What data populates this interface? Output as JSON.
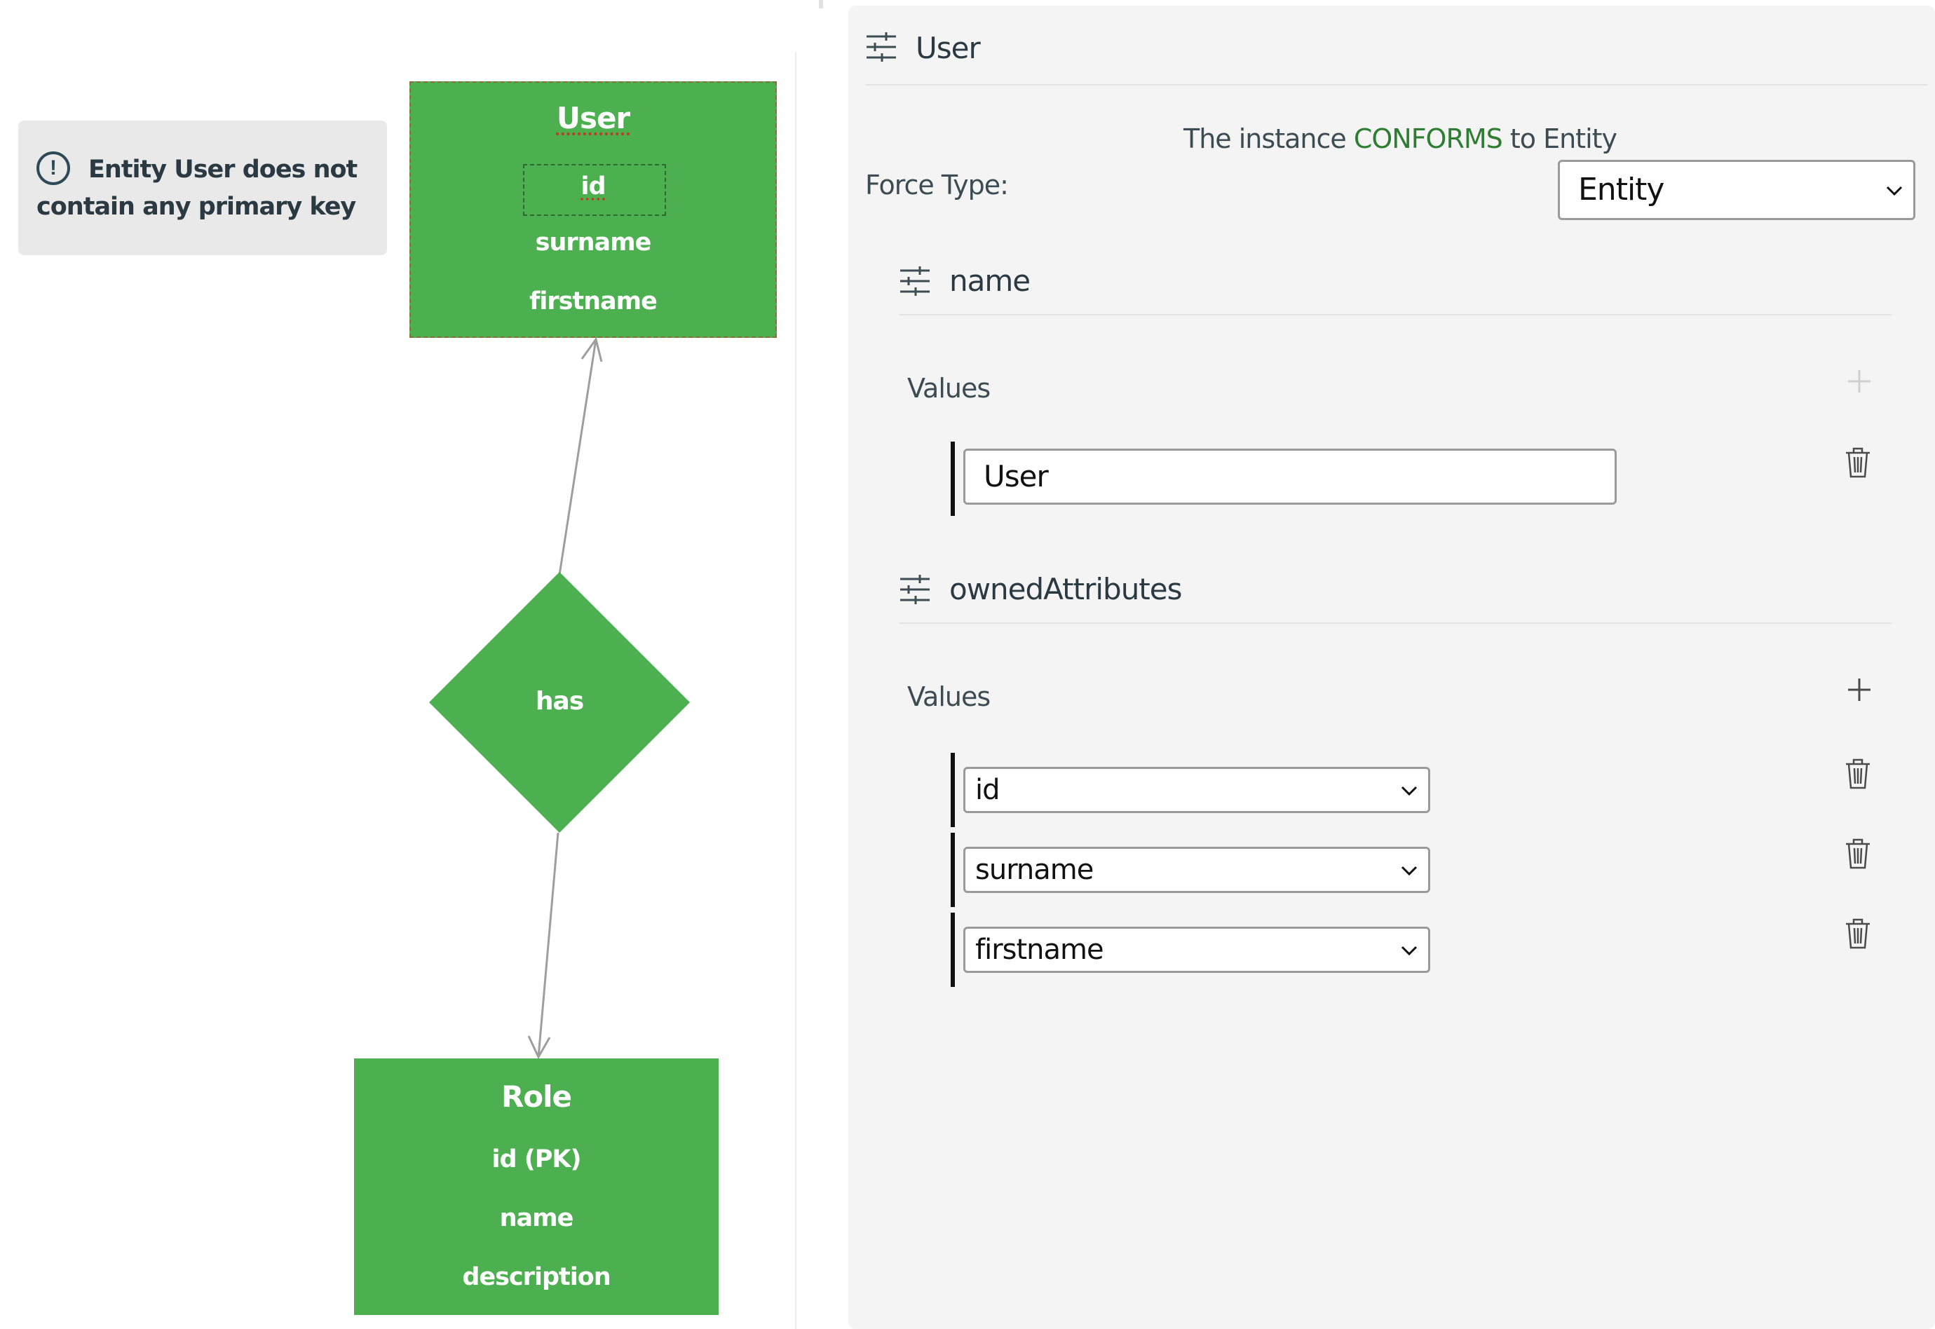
{
  "diagram": {
    "alert": {
      "icon": "alert-circle-icon",
      "message": "Entity User does not contain any primary key"
    },
    "entities": [
      {
        "id": "user",
        "title": "User",
        "attributes": [
          "id",
          "surname",
          "firstname"
        ],
        "selected": true
      },
      {
        "id": "role",
        "title": "Role",
        "attributes": [
          "id (PK)",
          "name",
          "description"
        ],
        "selected": false
      }
    ],
    "relationship": {
      "label": "has"
    },
    "colors": {
      "entity_fill": "#4caf50",
      "edge": "#9e9e9e"
    }
  },
  "panel": {
    "title": "User",
    "header_icon": "tune-icon",
    "conformance": {
      "prefix": "The instance ",
      "status": "CONFORMS",
      "suffix": " to Entity",
      "status_color": "#2e7d32"
    },
    "force_type": {
      "label": "Force Type:",
      "value": "Entity"
    },
    "sections": [
      {
        "title": "name",
        "values_label": "Values",
        "values": [
          "User"
        ]
      },
      {
        "title": "ownedAttributes",
        "values_label": "Values",
        "values": [
          "id",
          "surname",
          "firstname"
        ]
      }
    ]
  }
}
